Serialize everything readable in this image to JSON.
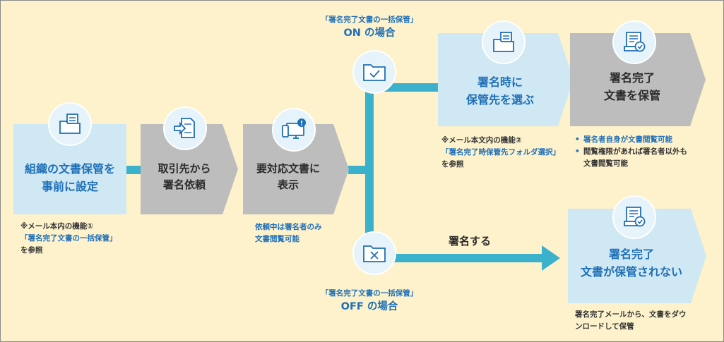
{
  "boxes": {
    "setup": "組織の文書保管を\n事前に設定",
    "request": "取引先から\n署名依頼",
    "display": "要対応文書に\n表示",
    "choose": "署名時に\n保管先を選ぶ",
    "stored": "署名完了\n文書を保管",
    "not_stored": "署名完了\n文書が保管されない"
  },
  "notes": {
    "setup_line1": "※メール本内の機能①",
    "setup_line2": "「署名完了文書の一括保管」",
    "setup_line3": "を参照",
    "display_line1": "依頼中は署名者のみ",
    "display_line2": "文書閲覧可能",
    "choose_line1": "※メール本文内の機能②",
    "choose_line2": "「署名完了時保管先フォルダ選択」",
    "choose_line3": "を参照",
    "not_stored_line1": "署名完了メールから、文書をダウ",
    "not_stored_line2": "ンロードして保管"
  },
  "bullets": {
    "item1": "署名者自身が文書閲覧可能",
    "item2": "閲覧権限があれば署名者以外も",
    "item2_cont": "文書閲覧可能",
    "dot": "•"
  },
  "branch_on": {
    "small": "「署名完了文書の一括保管」",
    "big": "ON の場合"
  },
  "branch_off": {
    "small": "「署名完了文書の一括保管」",
    "big": "OFF の場合"
  },
  "arrow_label": "署名する",
  "icons": {
    "setup": "folder-documents-icon",
    "request": "document-transfer-icon",
    "display": "monitor-alert-icon",
    "on": "folder-check-icon",
    "off": "folder-x-icon",
    "choose": "folder-documents-icon",
    "stored": "certificate-document-icon",
    "not_stored": "certificate-document-icon"
  },
  "colors": {
    "background": "#fdf2cc",
    "connector": "#3bb1cc",
    "light_box": "#cfe8f3",
    "gray_box": "#bdbdbd",
    "accent_text": "#1e6fb8"
  }
}
